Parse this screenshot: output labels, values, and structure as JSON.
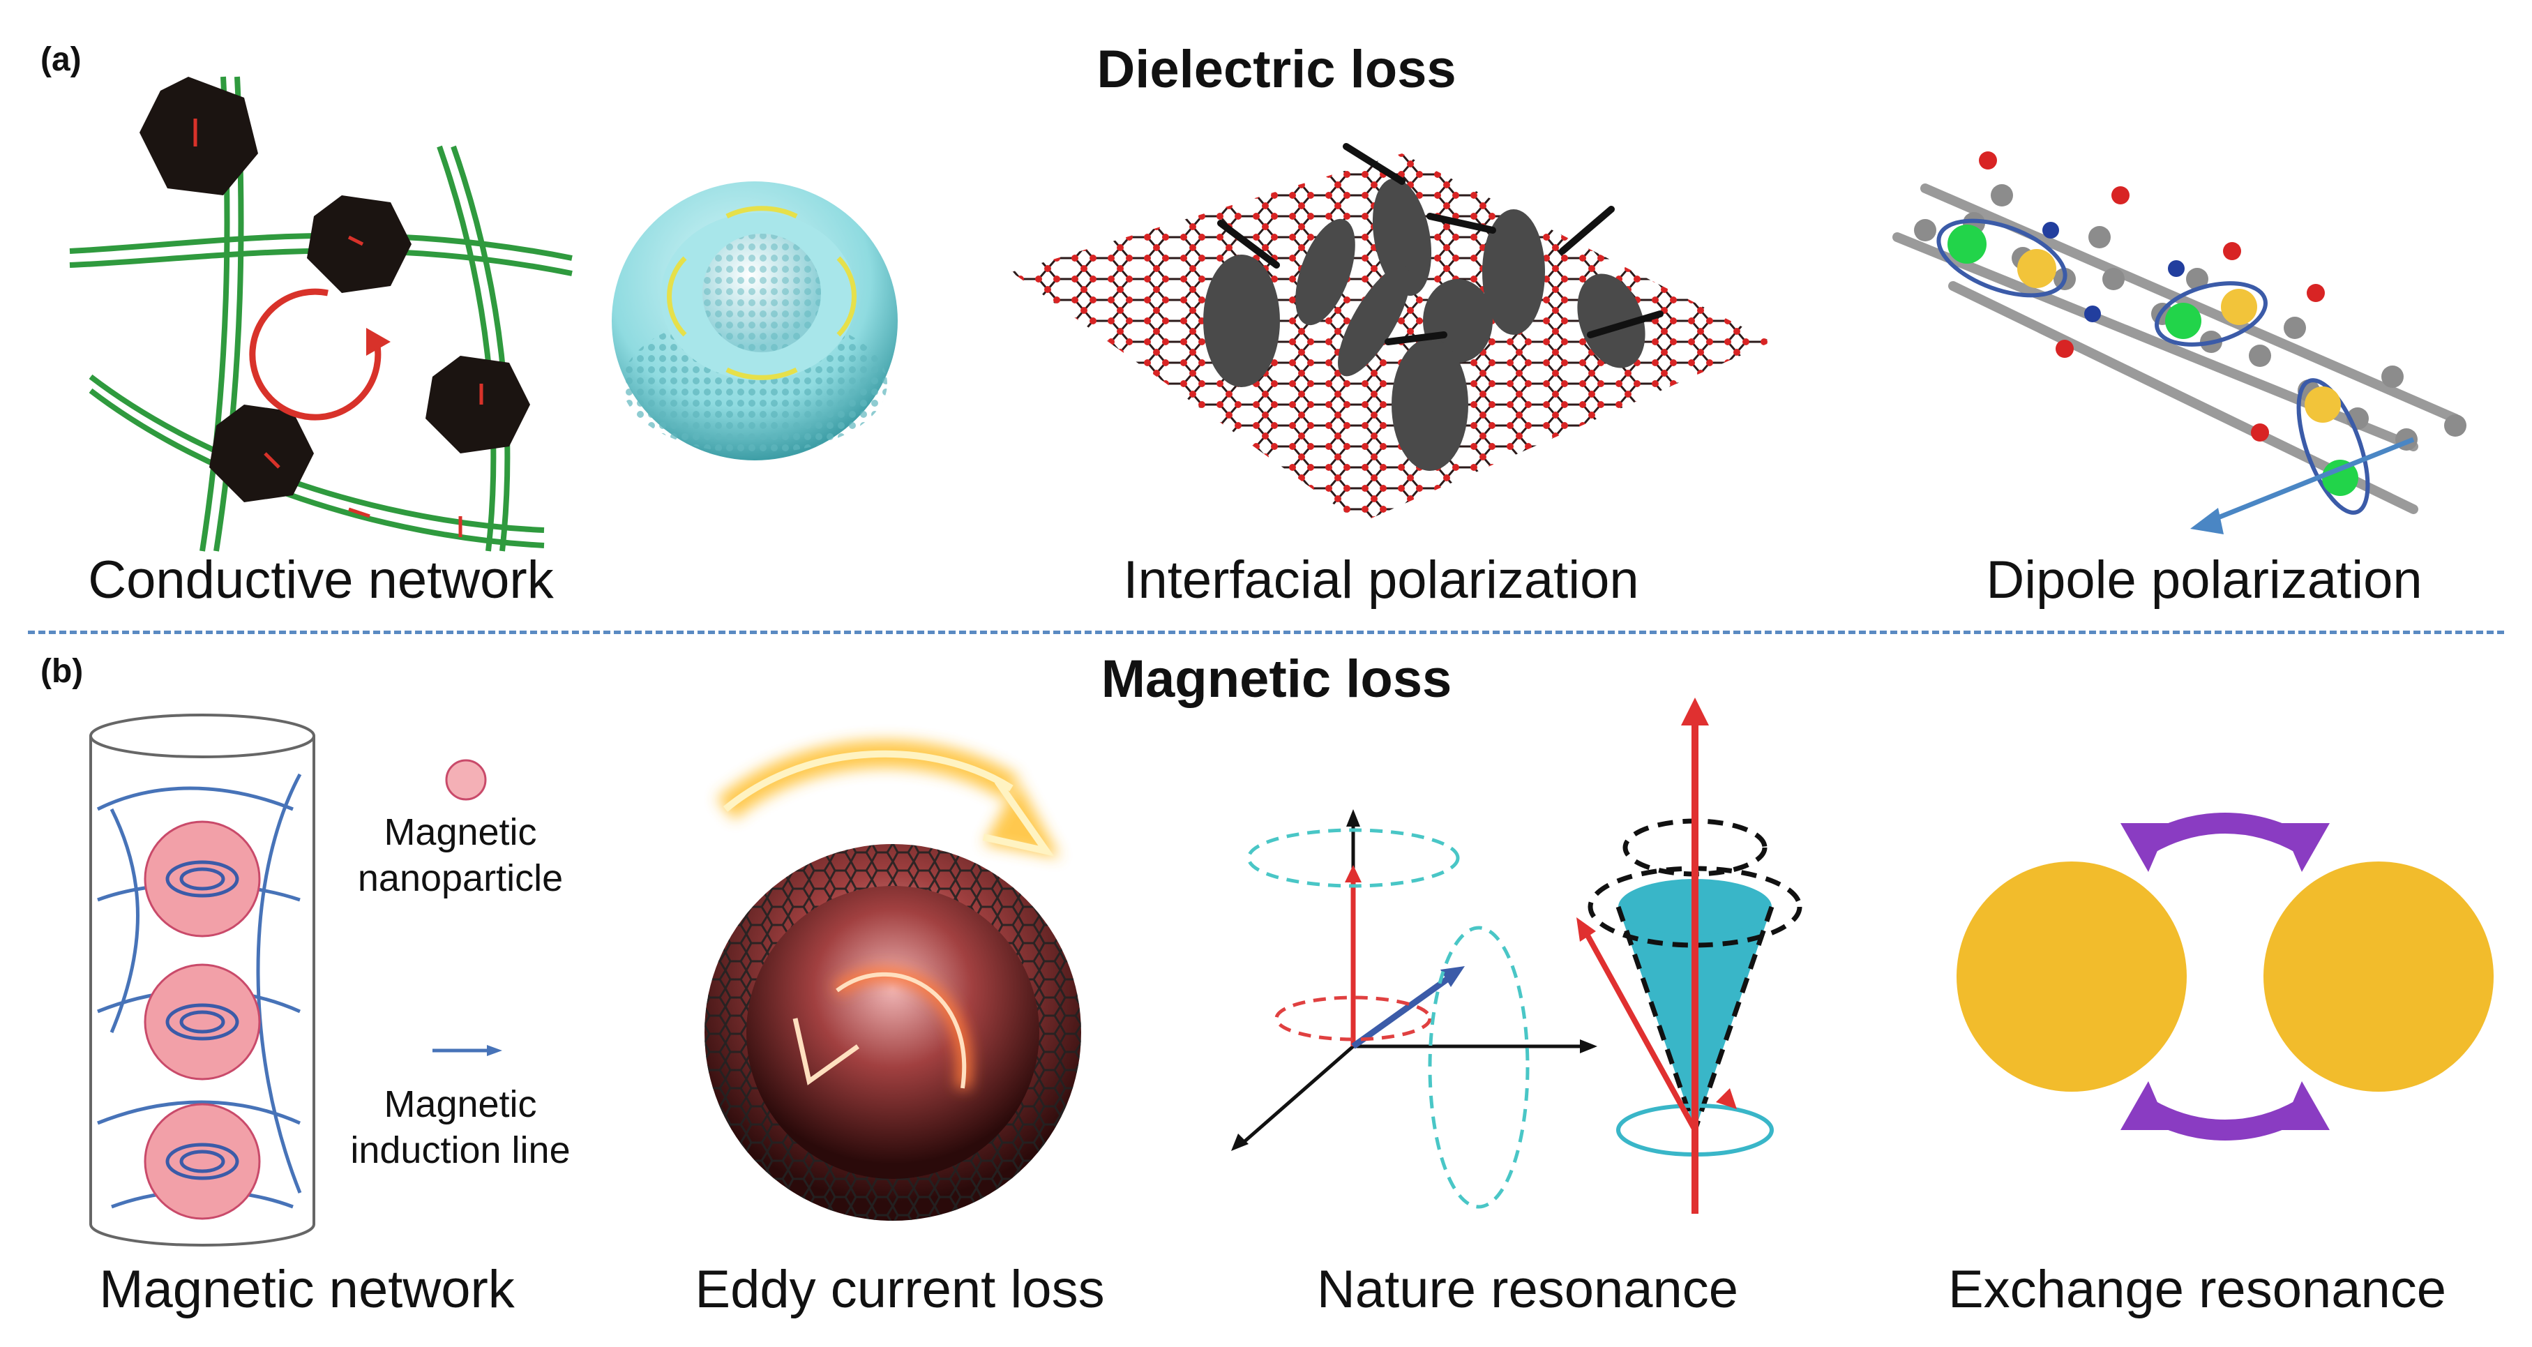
{
  "panel_a": {
    "tag": "(a)",
    "title": "Dielectric loss",
    "captions": {
      "conductive": "Conductive network",
      "interfacial": "Interfacial polarization",
      "dipole": "Dipole polarization"
    }
  },
  "panel_b": {
    "tag": "(b)",
    "title": "Magnetic loss",
    "legend": {
      "particle_line1": "Magnetic",
      "particle_line2": "nanoparticle",
      "line_line1": "Magnetic",
      "line_line2": "induction line"
    },
    "captions": {
      "magnetic_network": "Magnetic network",
      "eddy": "Eddy current loss",
      "nature": "Nature resonance",
      "exchange": "Exchange resonance"
    }
  },
  "colors": {
    "green_line": "#2f9a3e",
    "hexagon": "#1b1411",
    "red_arrow": "#d8322a",
    "shell": "#8fdbe0",
    "graphene_node": "#d82424",
    "dark_disc": "#4a4a4a",
    "blue_line": "#4773b8",
    "pink_sphere": "#f2a0a8",
    "gold_sphere": "#f2bc2c",
    "purple_arrow": "#8a3cc2",
    "cyan_cone": "#39b6c8",
    "divider": "#5a8ac2"
  }
}
